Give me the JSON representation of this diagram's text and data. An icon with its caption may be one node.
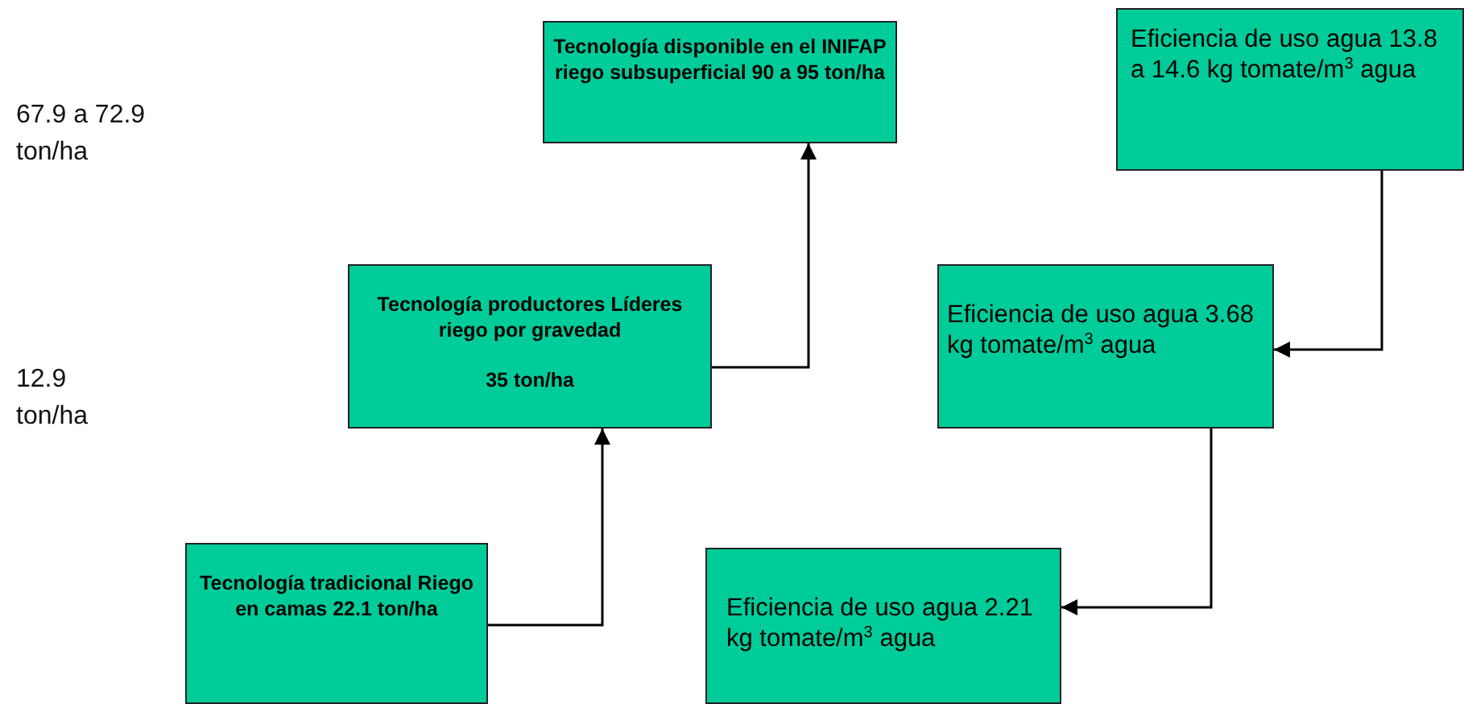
{
  "diagram": {
    "nodes": [
      {
        "text": [
          "Tecnología disponible en el INIFAP riego subsuperficial 90 a 95 ton/ha"
        ]
      },
      {
        "text": [
          "Eficiencia de uso agua 13.8 a 14.6 kg tomate/m$^{3}$ agua"
        ]
      },
      {
        "text": [
          "Tecnología productores Líderes riego por gravedad",
          "35 ton/ha"
        ]
      },
      {
        "text": [
          "Eficiencia de uso agua 3.68 kg tomate/m$^{3}$ agua"
        ]
      },
      {
        "text": [
          "Tecnología tradicional Riego en camas 22.1 ton/ha"
        ]
      },
      {
        "text": [
          "Eficiencia de uso agua 2.21 kg tomate/m$^{3}$ agua"
        ]
      }
    ],
    "edges": [
      {
        "from": 4,
        "to": 2,
        "arrow": "to"
      },
      {
        "from": 2,
        "to": 0,
        "arrow": "to"
      },
      {
        "from": 1,
        "to": 3,
        "arrow": "to"
      },
      {
        "from": 3,
        "to": 5,
        "arrow": "to"
      }
    ],
    "labels": [
      "67.9 a 72.9 ton/ha",
      "12.9 ton/ha"
    ]
  }
}
